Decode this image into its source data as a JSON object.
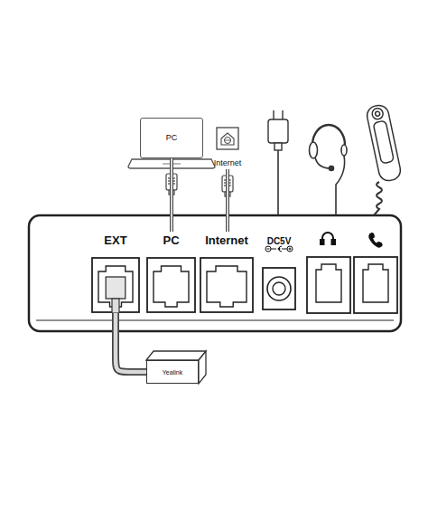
{
  "diagram": {
    "nodes": [
      {
        "text": [
          "PC"
        ]
      },
      {
        "text": [
          "Internet"
        ]
      },
      {
        "text": [
          "EXT"
        ]
      },
      {
        "text": [
          "PC"
        ]
      },
      {
        "text": [
          "Internet"
        ]
      },
      {
        "text": [
          "DC5V"
        ]
      },
      {
        "text": [
          "Yealink"
        ]
      }
    ],
    "edges": [
      {
        "from": 0,
        "to": 3,
        "arrow": "none"
      },
      {
        "from": 1,
        "to": 4,
        "arrow": "none"
      },
      {
        "from": 2,
        "to": 6,
        "arrow": "none"
      }
    ]
  }
}
